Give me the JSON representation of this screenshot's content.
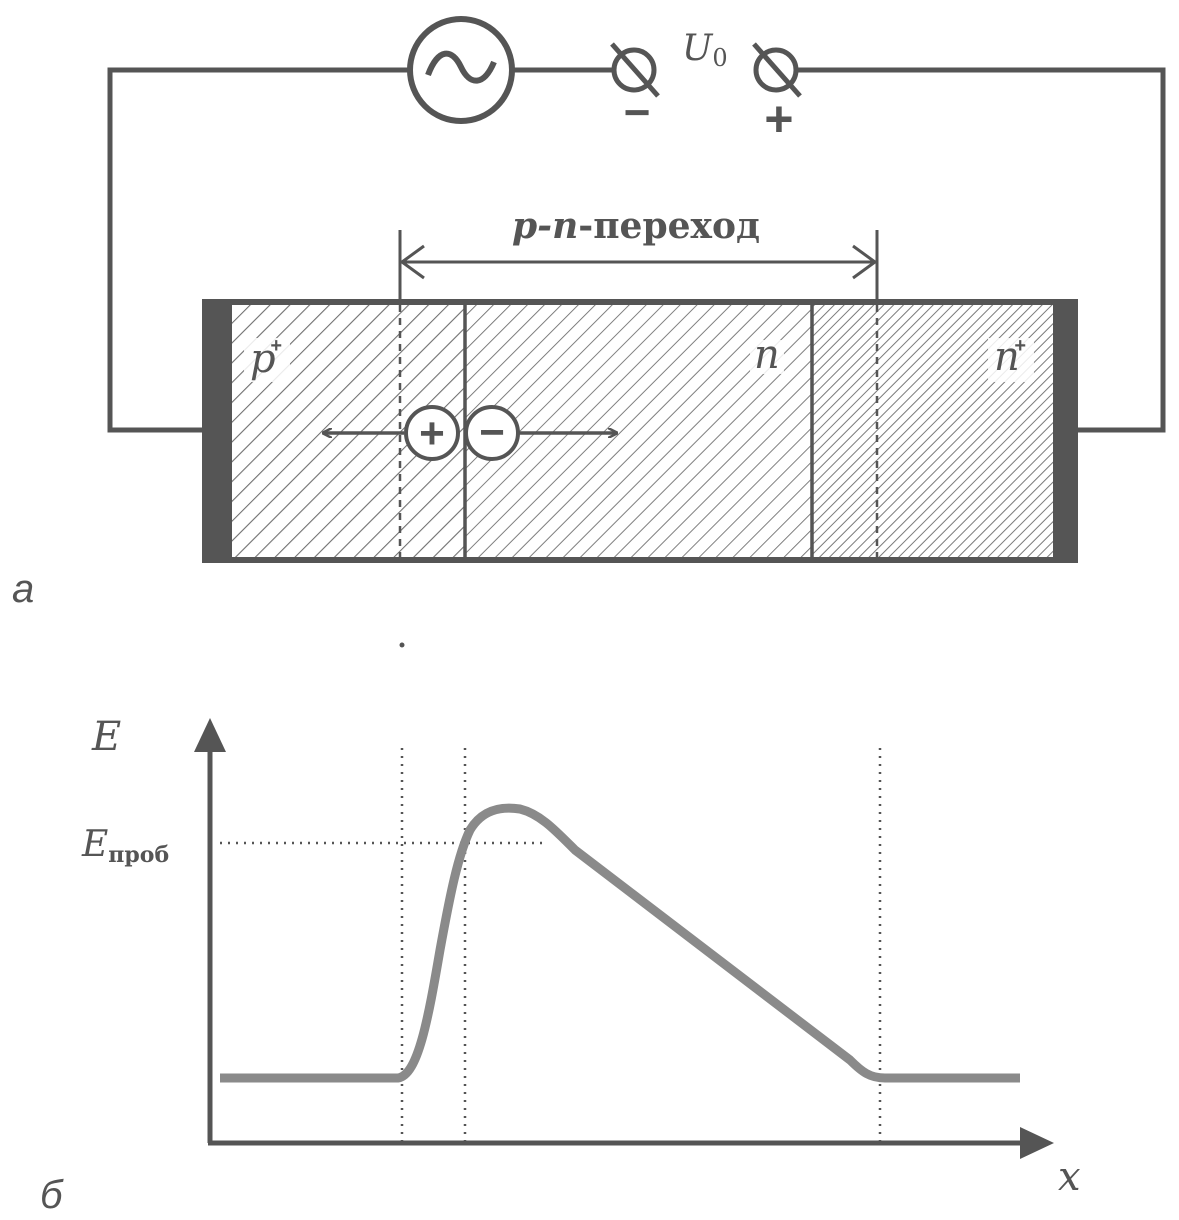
{
  "panel_a": {
    "panel_label": "а",
    "voltage_label": "U",
    "voltage_subscript": "0",
    "minus_sign": "−",
    "plus_sign": "+",
    "junction_label_italic": "p-n",
    "junction_label_text": "-переход",
    "region_p": "p",
    "region_n": "n",
    "region_nplus": "n",
    "doping_mark": "+",
    "hole_sign": "+",
    "electron_sign": "−",
    "icons": [
      "ac-source-icon",
      "terminal-icon",
      "hole-icon",
      "electron-icon",
      "arrow-icon"
    ]
  },
  "panel_b": {
    "panel_label": "б",
    "y_axis_label": "E",
    "x_axis_label": "x",
    "breakdown_label": "E",
    "breakdown_subscript": "проб"
  },
  "colors": {
    "ink": "#555555",
    "curve": "#8a8a8a",
    "hatch": "#707070",
    "background": "#ffffff"
  }
}
